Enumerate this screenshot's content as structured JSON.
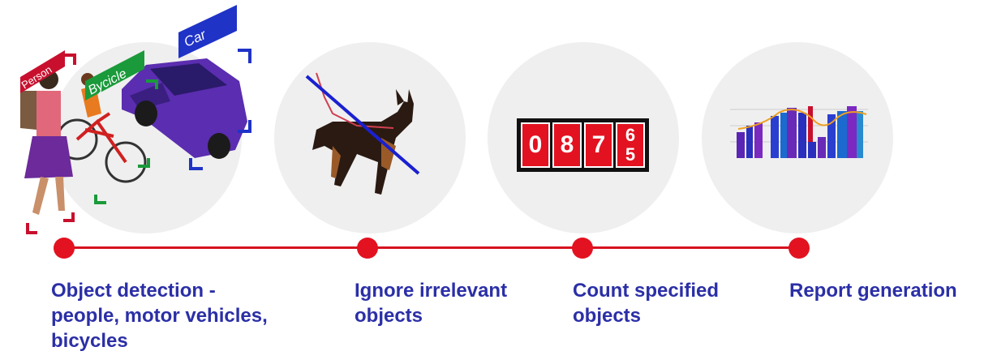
{
  "tags": {
    "person": "Person",
    "bicycle": "Bycicle",
    "car": "Car"
  },
  "counter": {
    "digits": [
      "0",
      "8",
      "7"
    ],
    "rolling_top": "6",
    "rolling_bottom": "5"
  },
  "steps": [
    {
      "label": "Object detection - people, motor vehicles, bicycles"
    },
    {
      "label": "Ignore irrelevant objects"
    },
    {
      "label": "Count specified objects"
    },
    {
      "label": "Report generation"
    }
  ],
  "colors": {
    "timeline": "#d7121f",
    "label_text": "#2b2fa6",
    "circle_bg": "#efefef",
    "person_tag": "#c8102e",
    "bicycle_tag": "#1a9a3a",
    "car_tag": "#1f33c7"
  }
}
